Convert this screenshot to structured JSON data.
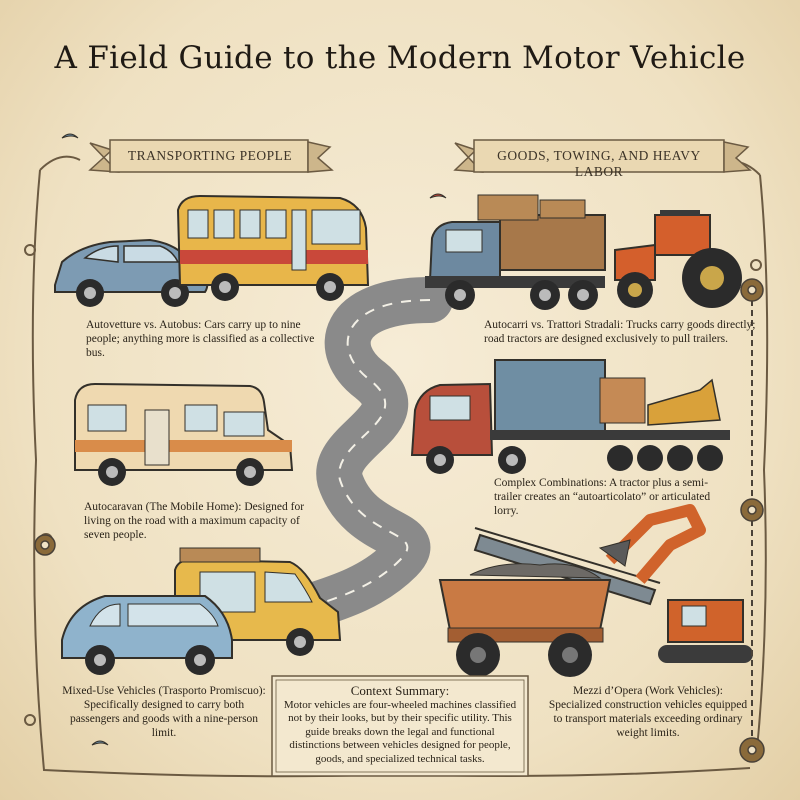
{
  "title": "A Field Guide to the Modern Motor Vehicle",
  "banners": {
    "left": "TRANSPORTING PEOPLE",
    "right": "GOODS, TOWING, AND HEAVY LABOR"
  },
  "captions": {
    "cars_vs_bus": {
      "label": "Autovetture vs. Autobus:",
      "text": "Cars carry up to nine people; anything more is classified as a collective bus."
    },
    "trucks_vs_tractors": {
      "label": "Autocarri vs. Trattori Stradali:",
      "text": "Trucks carry goods directly; road tractors are designed exclusively to pull trailers."
    },
    "motorhome": {
      "label": "Autocaravan (The Mobile Home):",
      "text": "Designed for living on the road with a maximum capacity of seven people."
    },
    "combinations": {
      "label": "Complex Combinations:",
      "text": "A tractor plus a semi-trailer creates an “autoarticolato” or articulated lorry."
    },
    "mixed_use": {
      "label": "Mixed-Use Vehicles (Trasporto Promiscuo):",
      "text": "Specifically designed to carry both passengers and goods with a nine-person limit."
    },
    "work_vehicles": {
      "label": "Mezzi d’Opera (Work Vehicles):",
      "text": "Specialized construction vehicles equipped to transport materials exceeding ordinary weight limits."
    }
  },
  "summary": {
    "title": "Context Summary:",
    "text": "Motor vehicles are four-wheeled machines classified not by their looks, but by their specific utility. This guide breaks down the legal and functional distinctions between vehicles designed for people, goods, and specialized technical tasks."
  },
  "colors": {
    "paper": "#efe2c6",
    "ink": "#2a2319",
    "road": "#8f8f8f",
    "banner": "#e8d5ae"
  }
}
